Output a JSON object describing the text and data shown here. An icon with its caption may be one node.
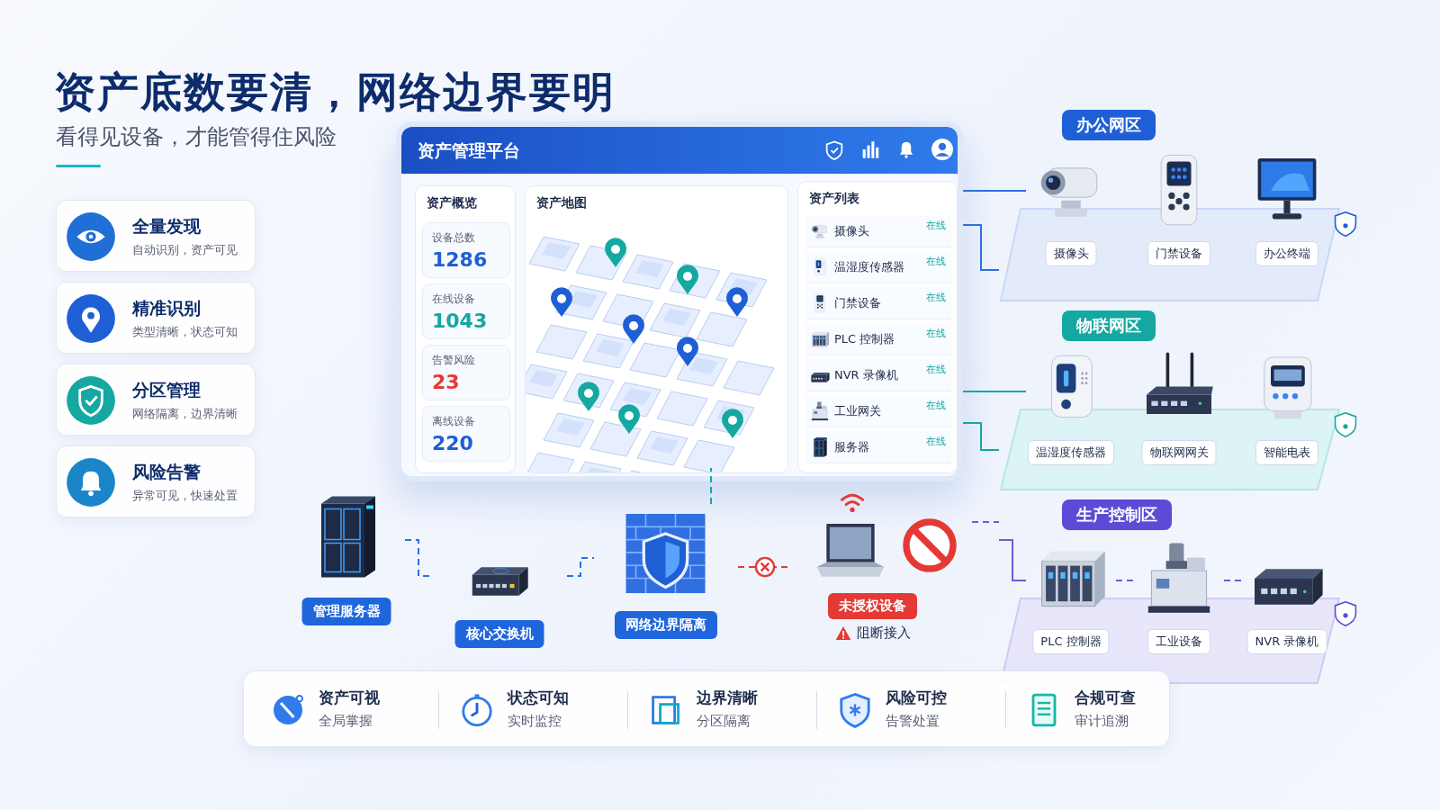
{
  "diagram": {
    "title": "资产底数要清，网络边界要明",
    "nodes": [
      {
        "text": [
          "全量发现",
          "自动识别，资产可见"
        ]
      },
      {
        "text": [
          "精准识别",
          "类型清晰，状态可知"
        ]
      },
      {
        "text": [
          "分区管理",
          "网络隔离，边界清晰"
        ]
      },
      {
        "text": [
          "风险告警",
          "异常可见，快速处置"
        ]
      },
      {
        "text": [
          "资产管理平台"
        ]
      },
      {
        "text": [
          "资产概览"
        ],
        "in": 4
      },
      {
        "text": [
          "设备总数",
          "1286"
        ],
        "in": 5
      },
      {
        "text": [
          "在线设备",
          "1043"
        ],
        "in": 5
      },
      {
        "text": [
          "告警风险",
          "23"
        ],
        "in": 5
      },
      {
        "text": [
          "离线设备",
          "220"
        ],
        "in": 5
      },
      {
        "text": [
          "资产地图"
        ],
        "in": 4
      },
      {
        "text": [
          "资产列表"
        ],
        "in": 4
      },
      {
        "text": [
          "摄像头",
          "在线"
        ],
        "in": 11
      },
      {
        "text": [
          "温湿度传感器",
          "在线"
        ],
        "in": 11
      },
      {
        "text": [
          "门禁设备",
          "在线"
        ],
        "in": 11
      },
      {
        "text": [
          "PLC 控制器",
          "在线"
        ],
        "in": 11
      },
      {
        "text": [
          "NVR 录像机",
          "在线"
        ],
        "in": 11
      },
      {
        "text": [
          "工业网关",
          "在线"
        ],
        "in": 11
      },
      {
        "text": [
          "服务器",
          "在线"
        ],
        "in": 11
      },
      {
        "text": [
          "办公网区"
        ]
      },
      {
        "text": [
          "摄像头"
        ],
        "in": 19
      },
      {
        "text": [
          "门禁设备"
        ],
        "in": 19
      },
      {
        "text": [
          "办公终端"
        ],
        "in": 19
      },
      {
        "text": [
          "物联网区"
        ]
      },
      {
        "text": [
          "温湿度传感器"
        ],
        "in": 23
      },
      {
        "text": [
          "物联网网关"
        ],
        "in": 23
      },
      {
        "text": [
          "智能电表"
        ],
        "in": 23
      },
      {
        "text": [
          "生产控制区"
        ]
      },
      {
        "text": [
          "PLC 控制器"
        ],
        "in": 27
      },
      {
        "text": [
          "工业设备"
        ],
        "in": 27
      },
      {
        "text": [
          "NVR 录像机"
        ],
        "in": 27
      },
      {
        "text": [
          "管理服务器"
        ]
      },
      {
        "text": [
          "核心交换机"
        ]
      },
      {
        "text": [
          "网络边界隔离"
        ]
      },
      {
        "text": [
          "未授权设备",
          "阻断接入"
        ]
      },
      {
        "text": [
          "资产可视",
          "全局掌握"
        ]
      },
      {
        "text": [
          "状态可知",
          "实时监控"
        ]
      },
      {
        "text": [
          "边界清晰",
          "分区隔离"
        ]
      },
      {
        "text": [
          "风险可控",
          "告警处置"
        ]
      },
      {
        "text": [
          "合规可查",
          "审计追溯"
        ]
      }
    ],
    "edges": [
      {
        "from": 31,
        "to": 32,
        "arrow": "none",
        "style": "dashed"
      },
      {
        "from": 32,
        "to": 33,
        "arrow": "none",
        "style": "dashed"
      },
      {
        "from": 33,
        "to": 10,
        "arrow": "none",
        "style": "dashed",
        "color": "#14a8a0"
      },
      {
        "from": 4,
        "to": 19,
        "arrow": "none"
      },
      {
        "from": 4,
        "to": 20,
        "arrow": "none"
      },
      {
        "from": 4,
        "to": 23,
        "arrow": "none",
        "color": "#14a8a0"
      },
      {
        "from": 4,
        "to": 24,
        "arrow": "none",
        "color": "#14a8a0"
      },
      {
        "from": 33,
        "to": 34,
        "arrow": "none",
        "style": "dashed",
        "color": "#e53935"
      },
      {
        "from": 34,
        "to": 27,
        "arrow": "none",
        "style": "dashed",
        "color": "#6d5bd0"
      },
      {
        "from": 27,
        "to": 28,
        "arrow": "none",
        "color": "#6d5bd0"
      },
      {
        "from": 28,
        "to": 29,
        "arrow": "none",
        "style": "dashed",
        "color": "#6d5bd0"
      },
      {
        "from": 29,
        "to": 30,
        "arrow": "none",
        "style": "dashed",
        "color": "#6d5bd0"
      }
    ],
    "labels": [
      "看得见设备，才能管得住风险"
    ]
  }
}
